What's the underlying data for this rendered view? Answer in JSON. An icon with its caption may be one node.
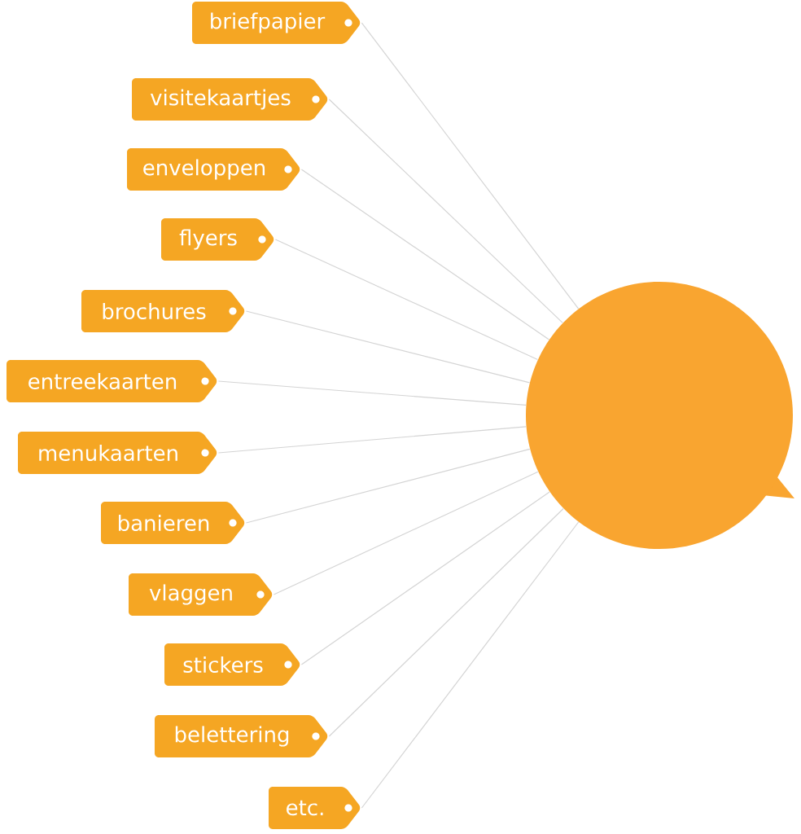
{
  "diagram": {
    "nodes": [
      {
        "text": [
          "briefpapier"
        ]
      },
      {
        "text": [
          "visitekaartjes"
        ]
      },
      {
        "text": [
          "enveloppen"
        ]
      },
      {
        "text": [
          "flyers"
        ]
      },
      {
        "text": [
          "brochures"
        ]
      },
      {
        "text": [
          "entreekaarten"
        ]
      },
      {
        "text": [
          "menukaarten"
        ]
      },
      {
        "text": [
          "banieren"
        ]
      },
      {
        "text": [
          "vlaggen"
        ]
      },
      {
        "text": [
          "stickers"
        ]
      },
      {
        "text": [
          "belettering"
        ]
      },
      {
        "text": [
          "etc."
        ]
      },
      {
        "text": [],
        "shape": "bubble"
      }
    ],
    "edges": [
      {
        "from": 0,
        "to": 12,
        "arrow": "none"
      },
      {
        "from": 1,
        "to": 12,
        "arrow": "none"
      },
      {
        "from": 2,
        "to": 12,
        "arrow": "none"
      },
      {
        "from": 3,
        "to": 12,
        "arrow": "none"
      },
      {
        "from": 4,
        "to": 12,
        "arrow": "none"
      },
      {
        "from": 5,
        "to": 12,
        "arrow": "none"
      },
      {
        "from": 6,
        "to": 12,
        "arrow": "none"
      },
      {
        "from": 7,
        "to": 12,
        "arrow": "none"
      },
      {
        "from": 8,
        "to": 12,
        "arrow": "none"
      },
      {
        "from": 9,
        "to": 12,
        "arrow": "none"
      },
      {
        "from": 10,
        "to": 12,
        "arrow": "none"
      },
      {
        "from": 11,
        "to": 12,
        "arrow": "none"
      }
    ]
  }
}
